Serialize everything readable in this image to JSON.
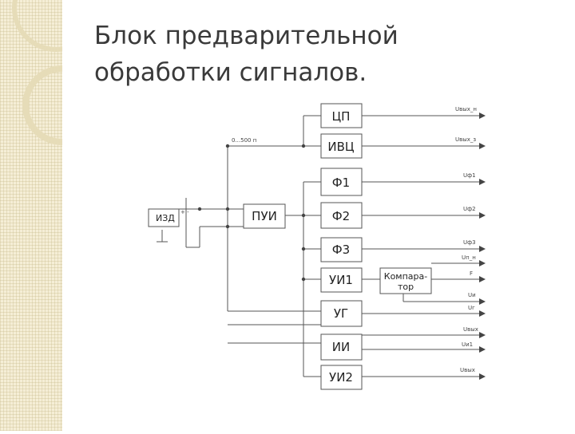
{
  "slide": {
    "title_line1": "Блок предварительной",
    "title_line2": "обработки сигналов."
  },
  "diagram": {
    "source": "ИЗД",
    "source_marks": "+ -",
    "range_label": "0...500 п",
    "input_block": "ПУИ",
    "blocks": [
      "ЦП",
      "ИВЦ",
      "Ф1",
      "Ф2",
      "Ф3",
      "УИ1",
      "УГ",
      "ИИ",
      "УИ2"
    ],
    "comparator": [
      "Компара-",
      "тор"
    ],
    "outputs": [
      "Uвых_н",
      "Uвых_з",
      "Uф1",
      "Uф2",
      "Uф3",
      "Uп_н",
      "F",
      "Uи",
      "Uг",
      "Uвых",
      "Uи1",
      "Uвых"
    ]
  }
}
